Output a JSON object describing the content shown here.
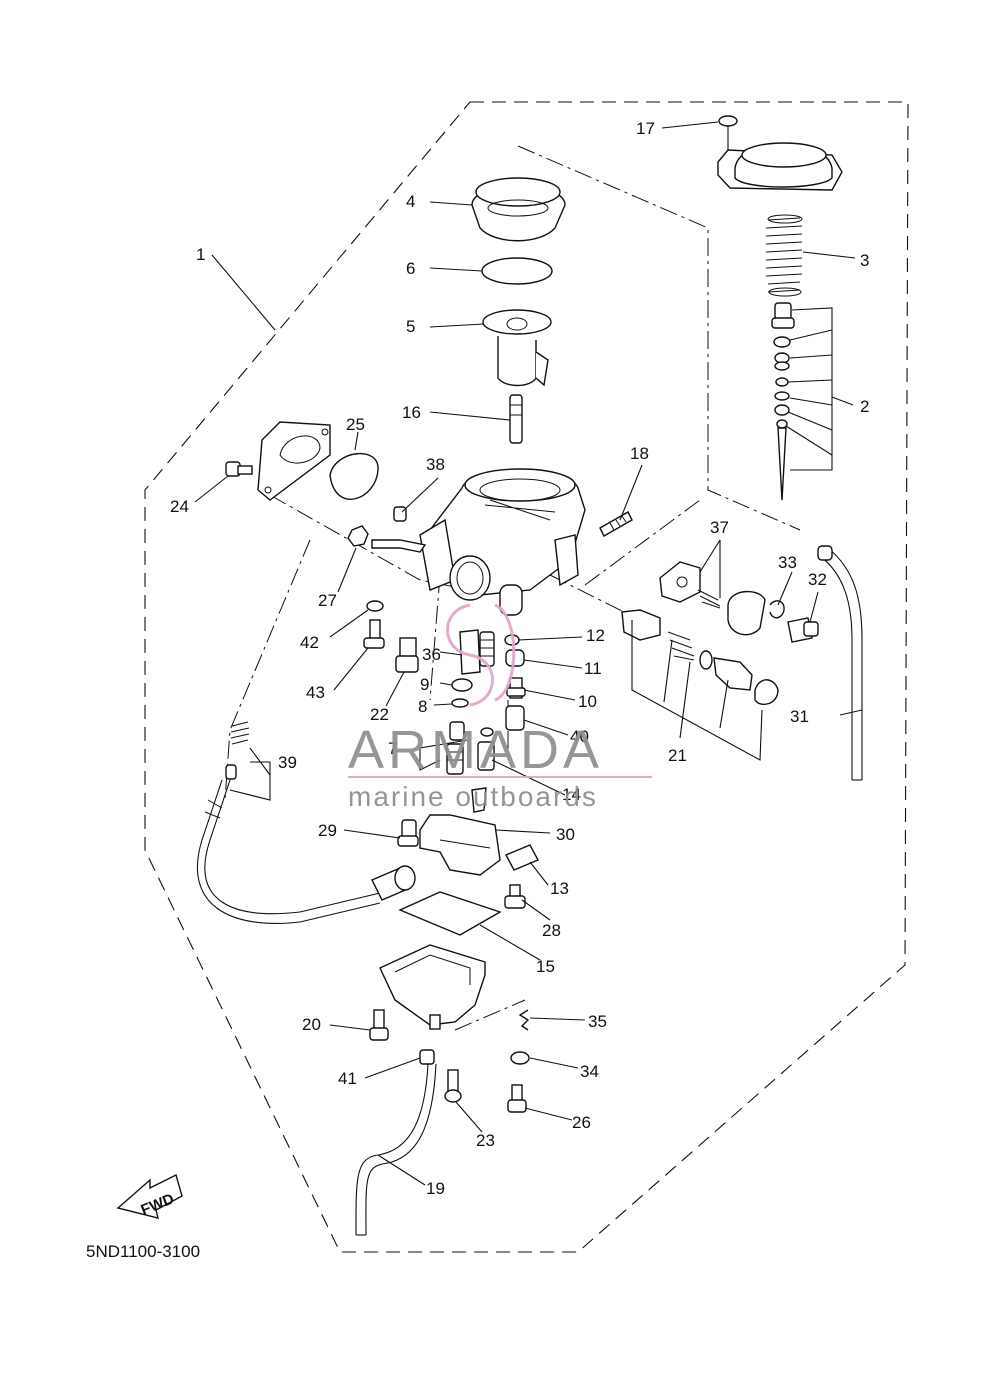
{
  "diagram_code": "5ND1100-3100",
  "direction_label": "FWD",
  "watermark": {
    "brand": "ARMADA",
    "tagline": "marine outboards",
    "accent_color": "#e0a6c8",
    "text_color": "#8e8e8e"
  },
  "callouts": [
    "1",
    "2",
    "3",
    "4",
    "5",
    "6",
    "7",
    "8",
    "9",
    "10",
    "11",
    "12",
    "13",
    "14",
    "15",
    "16",
    "17",
    "18",
    "19",
    "20",
    "21",
    "22",
    "23",
    "24",
    "25",
    "26",
    "27",
    "28",
    "29",
    "30",
    "31",
    "32",
    "33",
    "34",
    "35",
    "36",
    "37",
    "38",
    "39",
    "40",
    "41",
    "42",
    "43"
  ]
}
